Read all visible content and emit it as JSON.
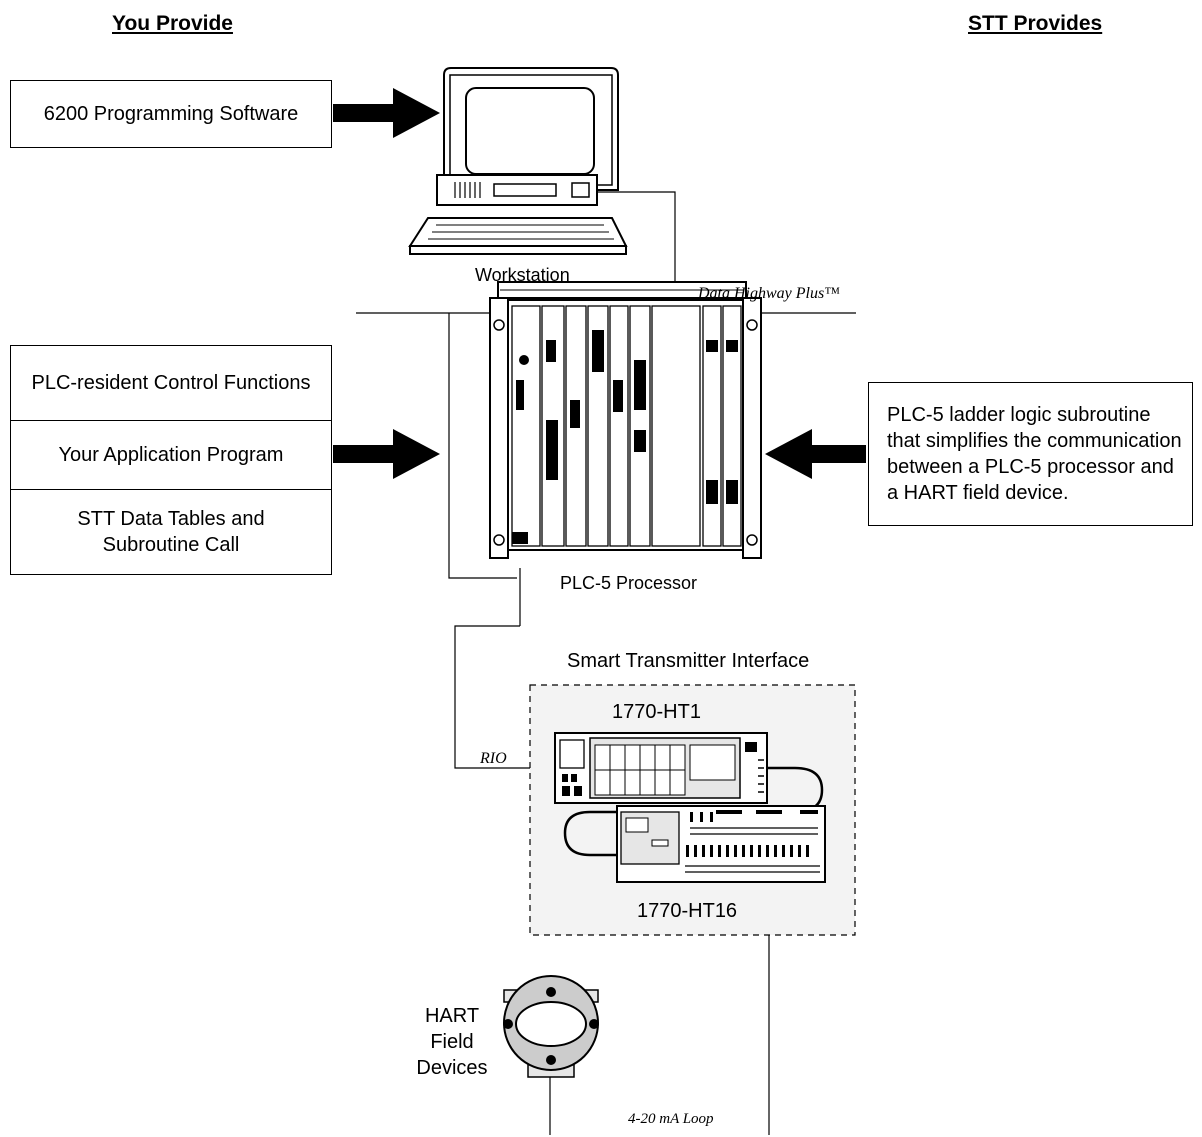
{
  "headers": {
    "you_provide": "You Provide",
    "stt_provides": "STT Provides"
  },
  "left_items": {
    "software": "6200 Programming Software",
    "control_functions": "PLC-resident Control Functions",
    "application_program": "Your Application Program",
    "data_tables": "STT Data Tables and\nSubroutine Call"
  },
  "right_item": {
    "description": "PLC-5 ladder logic subroutine\nthat simplifies the communication\nbetween a PLC-5 processor and\na HART field device."
  },
  "devices": {
    "workstation": "Workstation",
    "plc_processor": "PLC-5 Processor",
    "sti_title": "Smart Transmitter Interface",
    "ht1": "1770-HT1",
    "ht16": "1770-HT16",
    "hart_devices": "HART\nField\nDevices"
  },
  "links": {
    "data_highway": "Data Highway Plus™",
    "rio": "RIO",
    "loop": "4-20 mA Loop"
  }
}
